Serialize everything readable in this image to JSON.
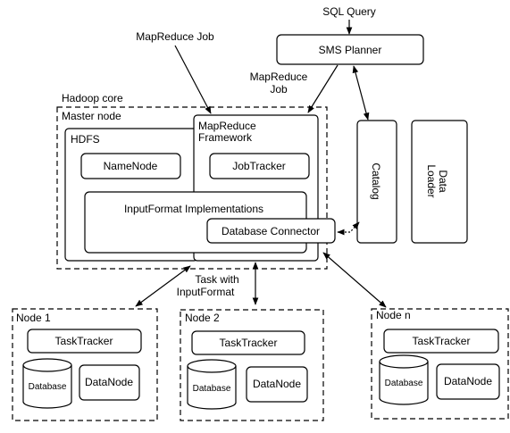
{
  "inputs": {
    "sql_query": "SQL Query",
    "mapreduce_job_top": "MapReduce Job",
    "mapreduce_job_planner_1": "MapReduce",
    "mapreduce_job_planner_2": "Job",
    "task_with_1": "Task with",
    "task_with_2": "InputFormat"
  },
  "planner": {
    "label": "SMS Planner"
  },
  "catalog": {
    "label": "Catalog"
  },
  "data_loader": {
    "label_1": "Data",
    "label_2": "Loader"
  },
  "hadoop_core": {
    "label": "Hadoop core",
    "master_node": {
      "label": "Master node",
      "hdfs": {
        "label": "HDFS",
        "namenode": "NameNode"
      },
      "mapreduce_framework": {
        "label_1": "MapReduce",
        "label_2": "Framework",
        "jobtracker": "JobTracker"
      },
      "inputformat": "InputFormat Implementations",
      "database_connector": "Database Connector"
    }
  },
  "nodes": [
    {
      "label": "Node 1",
      "tasktracker": "TaskTracker",
      "database": "Database",
      "datanode": "DataNode"
    },
    {
      "label": "Node 2",
      "tasktracker": "TaskTracker",
      "database": "Database",
      "datanode": "DataNode"
    },
    {
      "label": "Node n",
      "tasktracker": "TaskTracker",
      "database": "Database",
      "datanode": "DataNode"
    }
  ]
}
